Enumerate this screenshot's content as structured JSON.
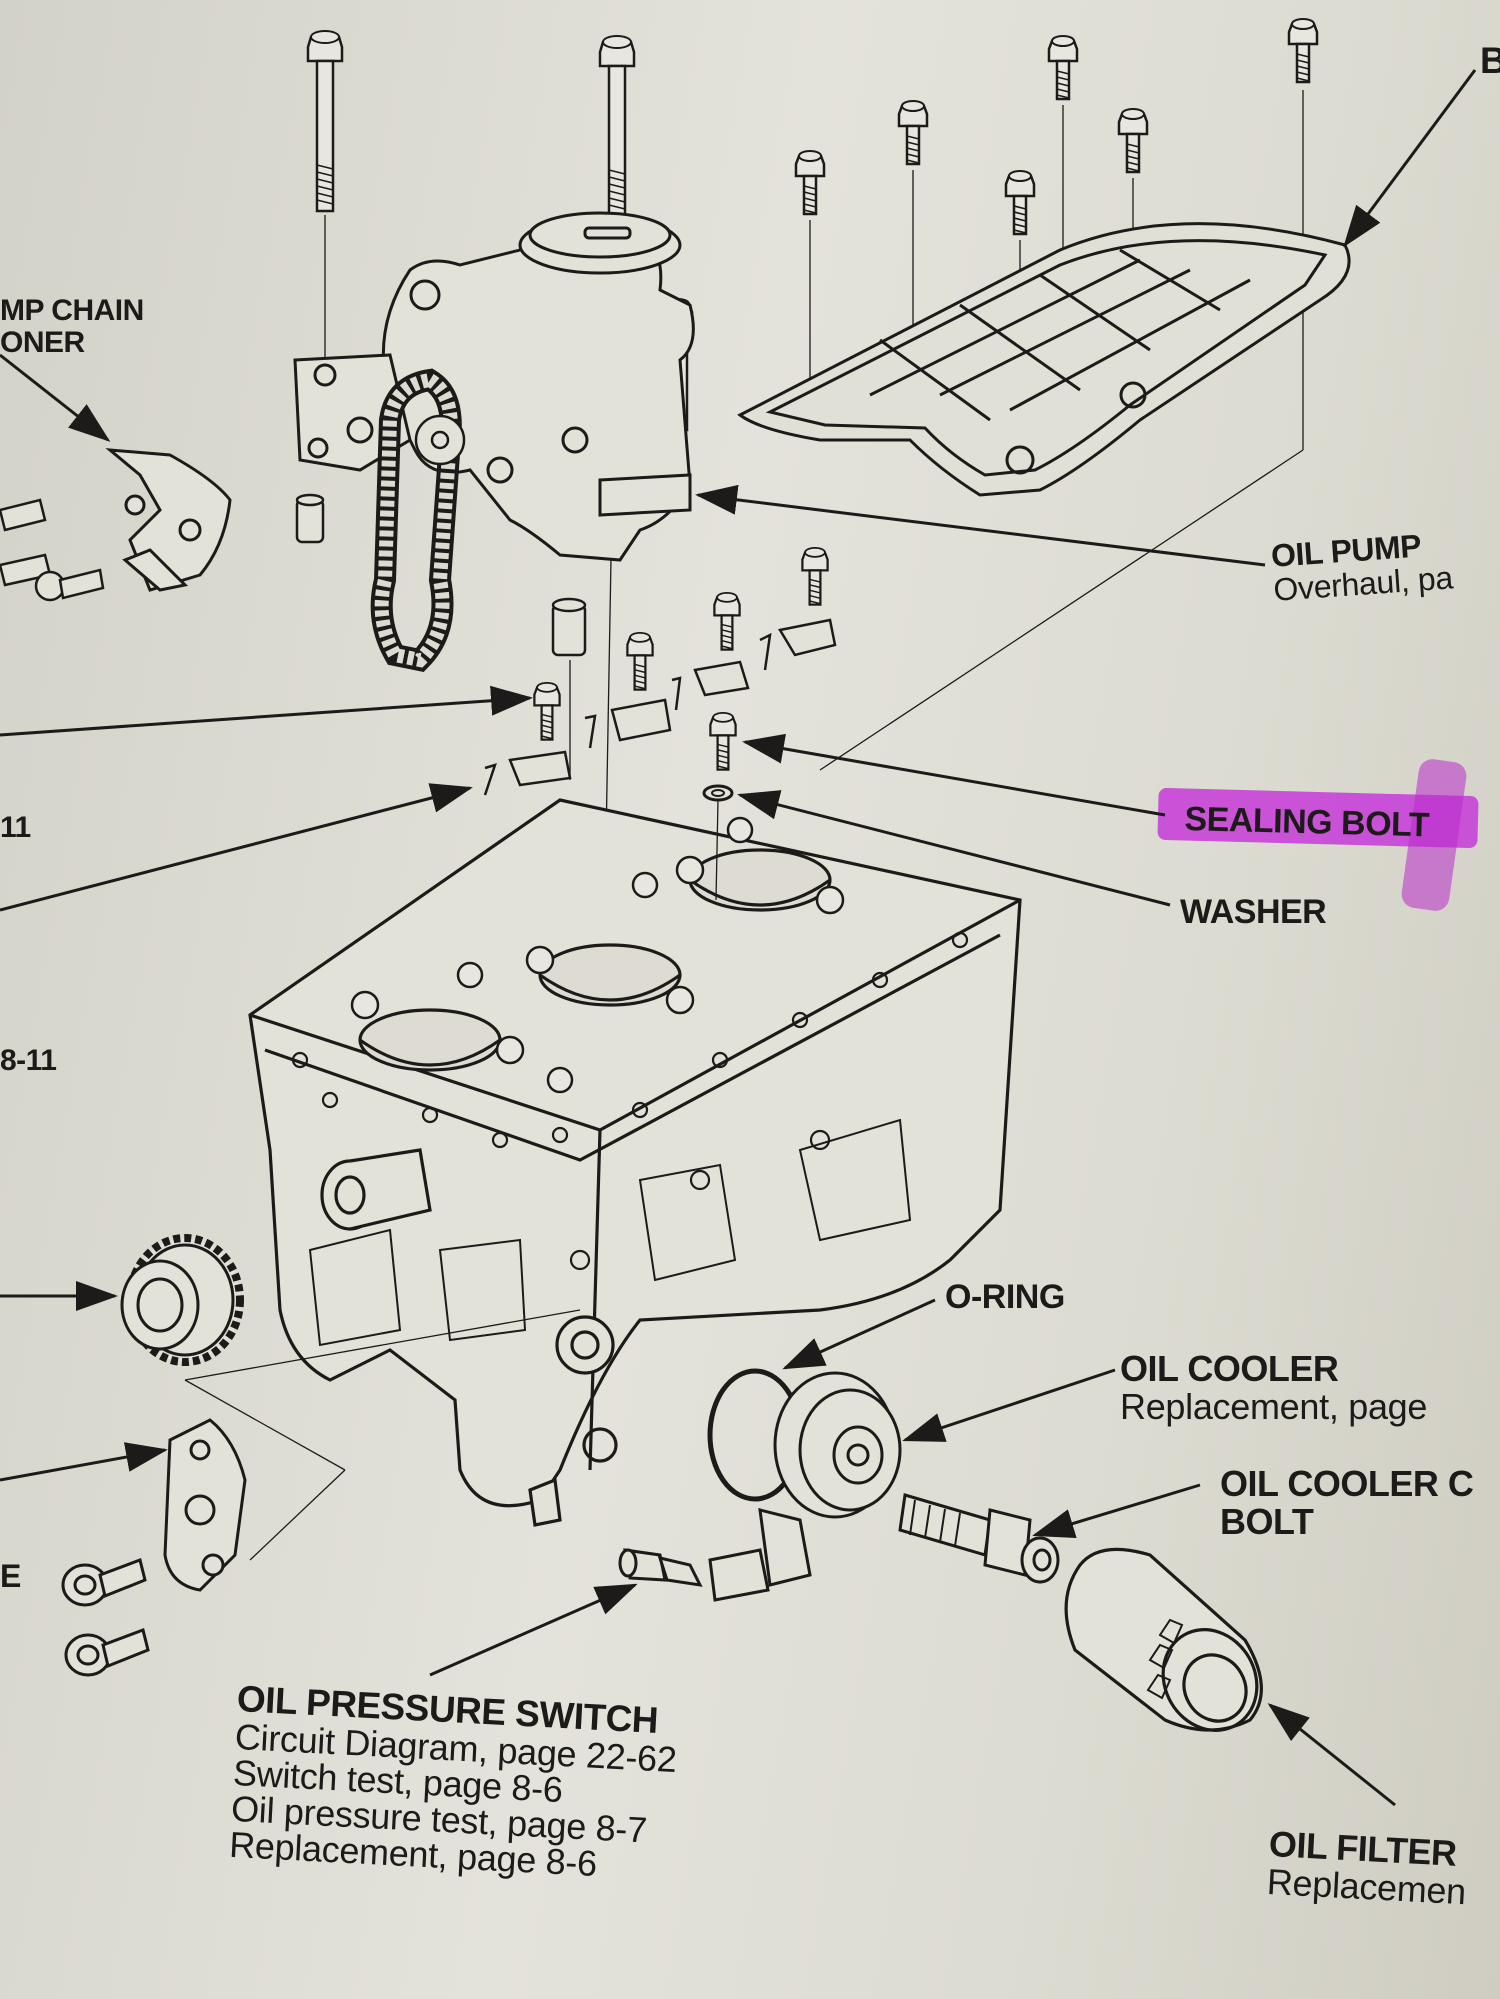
{
  "labels": {
    "b_top": "B",
    "pump_chain_line1": "MP CHAIN",
    "pump_chain_line2": "ONER",
    "oil_pump_title": "OIL PUMP",
    "oil_pump_sub": "Overhaul, pa",
    "ref_11": "11",
    "ref_8_11": "8-11",
    "sealing_bolt": "SEALING BOLT",
    "washer": "WASHER",
    "o_ring": "O-RING",
    "oil_cooler_title": "OIL COOLER",
    "oil_cooler_sub": "Replacement, page",
    "oil_cooler_bolt_line1": "OIL COOLER C",
    "oil_cooler_bolt_line2": "BOLT",
    "left_e": "E",
    "oil_pressure_switch": {
      "title": "OIL PRESSURE SWITCH",
      "lines": [
        "Circuit Diagram, page 22-62",
        "Switch test, page 8-6",
        "Oil pressure test, page 8-7",
        "Replacement, page 8-6"
      ]
    },
    "oil_filter_title": "OIL FILTER",
    "oil_filter_sub": "Replacemen"
  },
  "colors": {
    "paper": "#dcdbd3",
    "ink": "#1c1b19",
    "highlighter": "#c63ad8"
  },
  "icons": [
    "bolt-icon",
    "washer-icon",
    "chain-icon",
    "gear-icon",
    "oil-filter-icon",
    "oil-cooler-icon"
  ]
}
